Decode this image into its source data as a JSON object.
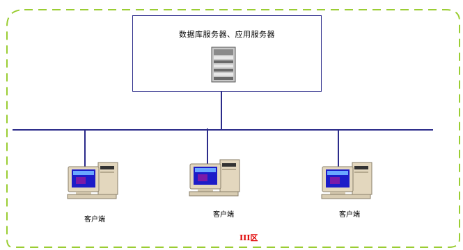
{
  "server": {
    "label": "数据库服务器、应用服务器",
    "icon": "server-rack-icon"
  },
  "clients": [
    {
      "label": "客户端",
      "icon": "desktop-computer-icon"
    },
    {
      "label": "客户端",
      "icon": "desktop-computer-icon"
    },
    {
      "label": "客户端",
      "icon": "desktop-computer-icon"
    }
  ],
  "zone": {
    "label": "III区"
  },
  "colors": {
    "zone_border": "#9acd32",
    "network_line": "#2b2b8a",
    "zone_label": "#e00000"
  }
}
